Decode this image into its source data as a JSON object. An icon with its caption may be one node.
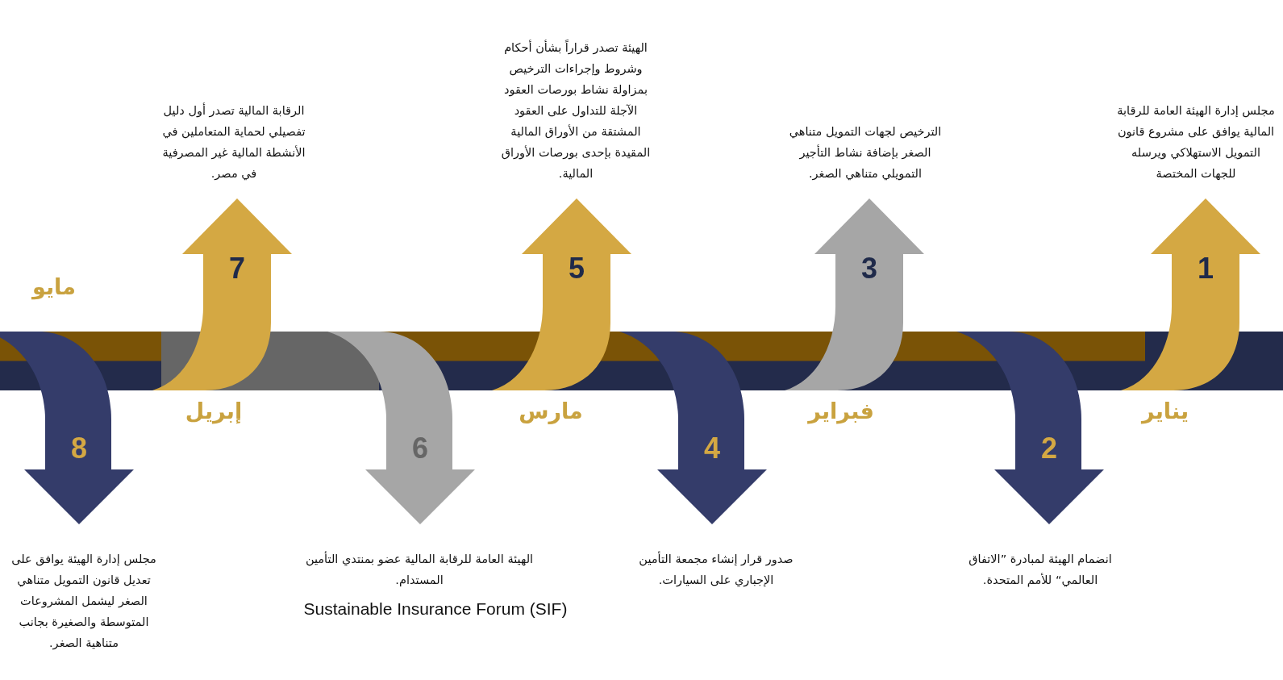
{
  "diagram": {
    "nodes": [
      {
        "text": [
          "1"
        ],
        "beside": [
          "مجلس إدارة الهيئة العامة للرقابة المالية يوافق على مشروع قانون التمويل الاستهلاكي ويرسله للجهات المختصة"
        ]
      },
      {
        "text": [
          "2"
        ],
        "beside": [
          "انضمام الهيئة لمبادرة ”الاتفاق العالمي“ للأمم المتحدة."
        ]
      },
      {
        "text": [
          "3"
        ],
        "beside": [
          "الترخيص لجهات التمويل متناهي الصغر بإضافة نشاط التأجير التمويلي متناهي الصغر."
        ]
      },
      {
        "text": [
          "4"
        ],
        "beside": [
          "صدور قرار إنشاء مجمعة التأمين الإجباري على السيارات."
        ]
      },
      {
        "text": [
          "5"
        ],
        "beside": [
          "الهيئة تصدر قراراً بشأن أحكام وشروط وإجراءات الترخيص بمزاولة نشاط بورصات العقود الآجلة للتداول على العقود المشتقة من الأوراق المالية المقيدة بإحدى بورصات الأوراق المالية."
        ]
      },
      {
        "text": [
          "6"
        ],
        "beside": [
          "الهيئة العامة للرقابة المالية عضو بمنتدي التأمين المستدام.",
          "Sustainable Insurance Forum (SIF)"
        ]
      },
      {
        "text": [
          "7"
        ],
        "beside": [
          "الرقابة المالية تصدر أول دليل تفصيلي لحماية المتعاملين في الأنشطة المالية غير المصرفية في مصر."
        ]
      },
      {
        "text": [
          "8"
        ],
        "beside": [
          "مجلس إدارة الهيئة يوافق على تعديل قانون التمويل متناهي الصغر ليشمل المشروعات المتوسطة والصغيرة بجانب متناهية الصغر."
        ]
      }
    ],
    "labels": [
      "يناير",
      "فبراير",
      "مارس",
      "إبريل",
      "مايو"
    ]
  }
}
